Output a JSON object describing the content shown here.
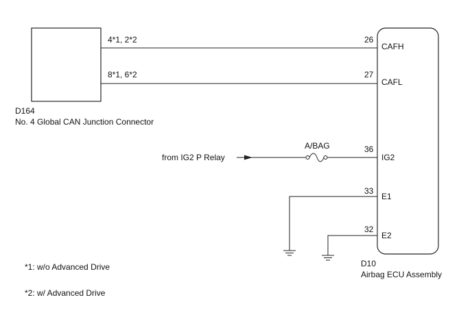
{
  "connector": {
    "code": "D164",
    "name": "No. 4 Global CAN Junction Connector"
  },
  "ecu": {
    "code": "D10",
    "name": "Airbag ECU Assembly"
  },
  "wires": {
    "cafh": {
      "conn_pin": "4*1, 2*2",
      "ecu_pin": "26",
      "terminal": "CAFH"
    },
    "cafl": {
      "conn_pin": "8*1, 6*2",
      "ecu_pin": "27",
      "terminal": "CAFL"
    },
    "ig2": {
      "source": "from IG2 P Relay",
      "fuse": "A/BAG",
      "ecu_pin": "36",
      "terminal": "IG2"
    },
    "e1": {
      "ecu_pin": "33",
      "terminal": "E1"
    },
    "e2": {
      "ecu_pin": "32",
      "terminal": "E2"
    }
  },
  "notes": {
    "note1": "*1: w/o Advanced Drive",
    "note2": "*2: w/ Advanced Drive"
  },
  "colors": {
    "line": "#222222",
    "text": "#111111",
    "background": "#ffffff"
  }
}
